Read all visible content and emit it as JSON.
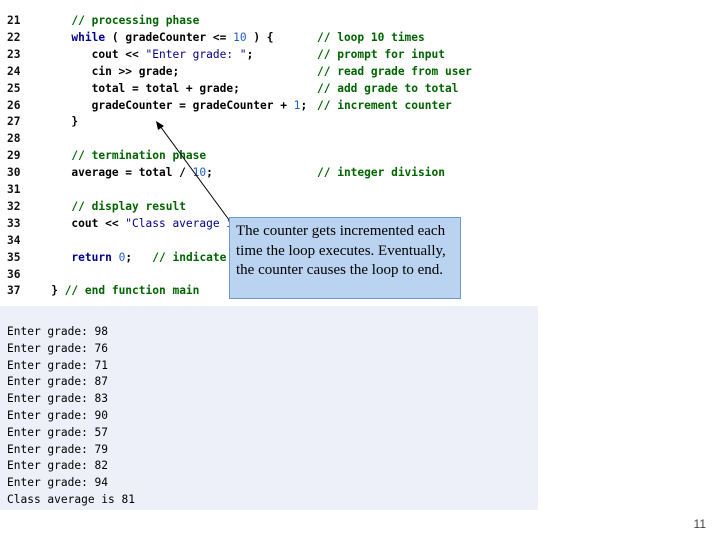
{
  "code_lines": [
    {
      "num": "21",
      "src": [
        {
          "t": "      "
        },
        {
          "t": "// processing phase",
          "c": "c"
        }
      ],
      "comment": ""
    },
    {
      "num": "22",
      "src": [
        {
          "t": "      "
        },
        {
          "t": "while",
          "c": "kw"
        },
        {
          "t": " ( grade",
          "c": "p"
        },
        {
          "t": "Counter",
          "c": "p"
        },
        {
          "t": " <= ",
          "c": "p"
        },
        {
          "t": "10",
          "c": "n"
        },
        {
          "t": " ) {",
          "c": "p"
        }
      ],
      "comment": "// loop 10 times"
    },
    {
      "num": "23",
      "src": [
        {
          "t": "         cout << "
        },
        {
          "t": "\"Enter grade: \"",
          "c": "s"
        },
        {
          "t": ";"
        }
      ],
      "comment": "// prompt for input"
    },
    {
      "num": "24",
      "src": [
        {
          "t": "         cin >> grade;",
          "c": "p"
        }
      ],
      "comment": "// read grade from user"
    },
    {
      "num": "25",
      "src": [
        {
          "t": "         total = total + grade;",
          "c": "p"
        }
      ],
      "comment": "// add grade to total"
    },
    {
      "num": "26",
      "src": [
        {
          "t": "         gradeCounter = gradeCounter + "
        },
        {
          "t": "1",
          "c": "n"
        },
        {
          "t": ";"
        }
      ],
      "comment": "// increment counter"
    },
    {
      "num": "27",
      "src": [
        {
          "t": "      }"
        }
      ],
      "comment": ""
    },
    {
      "num": "28",
      "src": [],
      "comment": ""
    },
    {
      "num": "29",
      "src": [
        {
          "t": "      "
        },
        {
          "t": "// termination phase",
          "c": "c"
        }
      ],
      "comment": ""
    },
    {
      "num": "30",
      "src": [
        {
          "t": "      average = total / "
        },
        {
          "t": "10",
          "c": "n"
        },
        {
          "t": ";"
        }
      ],
      "comment": "// integer division"
    },
    {
      "num": "31",
      "src": [],
      "comment": ""
    },
    {
      "num": "32",
      "src": [
        {
          "t": "      "
        },
        {
          "t": "// display result",
          "c": "c"
        }
      ],
      "comment": ""
    },
    {
      "num": "33",
      "src": [
        {
          "t": "      cout << "
        },
        {
          "t": "\"Class average is",
          "c": "s"
        }
      ],
      "comment": ""
    },
    {
      "num": "34",
      "src": [],
      "comment": ""
    },
    {
      "num": "35",
      "src": [
        {
          "t": "      "
        },
        {
          "t": "return",
          "c": "kw"
        },
        {
          "t": " "
        },
        {
          "t": "0",
          "c": "n"
        },
        {
          "t": ";   "
        },
        {
          "t": "// indicate p",
          "c": "c"
        }
      ],
      "comment": ""
    },
    {
      "num": "36",
      "src": [],
      "comment": ""
    },
    {
      "num": "37",
      "src": [
        {
          "t": "   } "
        },
        {
          "t": "// end function main",
          "c": "c"
        }
      ],
      "comment": ""
    }
  ],
  "callout_text": "The counter gets incremented each time the loop executes. Eventually, the counter causes the loop to end.",
  "output_lines": [
    "Enter grade: 98",
    "Enter grade: 76",
    "Enter grade: 71",
    "Enter grade: 87",
    "Enter grade: 83",
    "Enter grade: 90",
    "Enter grade: 57",
    "Enter grade: 79",
    "Enter grade: 82",
    "Enter grade: 94",
    "Class average is 81"
  ],
  "page_number": "11",
  "colors": {
    "keyword": "#00008b",
    "comment": "#006400",
    "number": "#1f5fbf",
    "callout_bg": "#b9d3f0",
    "output_bg": "#edf0f8"
  }
}
